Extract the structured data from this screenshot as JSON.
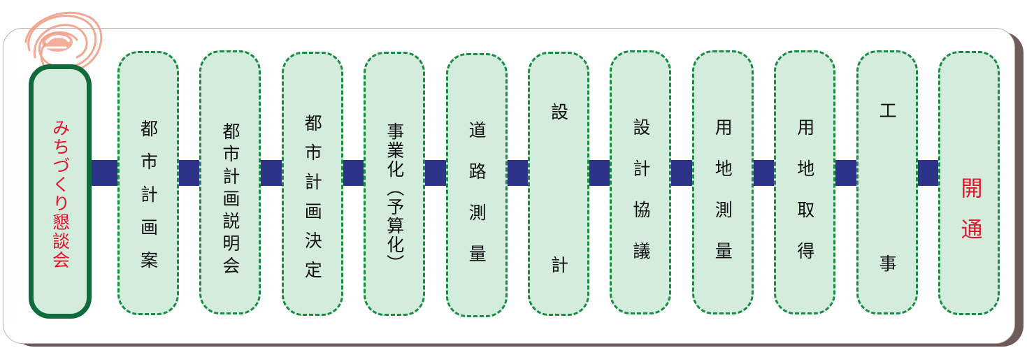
{
  "title": "",
  "colors": {
    "connector": "#2c3388",
    "box_fill": "#d4ecdc",
    "box_border": "#1a8a45",
    "start_border": "#0f6b3c",
    "highlight_text": "#e0142a",
    "logo": "#f0a08a"
  },
  "logo_icon": "swirl-logo",
  "steps": [
    {
      "label": "みちづくり懇談会",
      "kind": "start"
    },
    {
      "label": "都市計画案",
      "kind": "normal"
    },
    {
      "label": "都市計画説明会",
      "kind": "normal"
    },
    {
      "label": "都市計画決定",
      "kind": "normal"
    },
    {
      "label": "事業化（予算化）",
      "kind": "normal"
    },
    {
      "label": "道路測量",
      "kind": "normal"
    },
    {
      "label": "設 計",
      "kind": "normal"
    },
    {
      "label": "設計協議",
      "kind": "normal"
    },
    {
      "label": "用地測量",
      "kind": "normal"
    },
    {
      "label": "用地取得",
      "kind": "normal"
    },
    {
      "label": "工 事",
      "kind": "normal"
    },
    {
      "label": "開通",
      "kind": "finish"
    }
  ]
}
